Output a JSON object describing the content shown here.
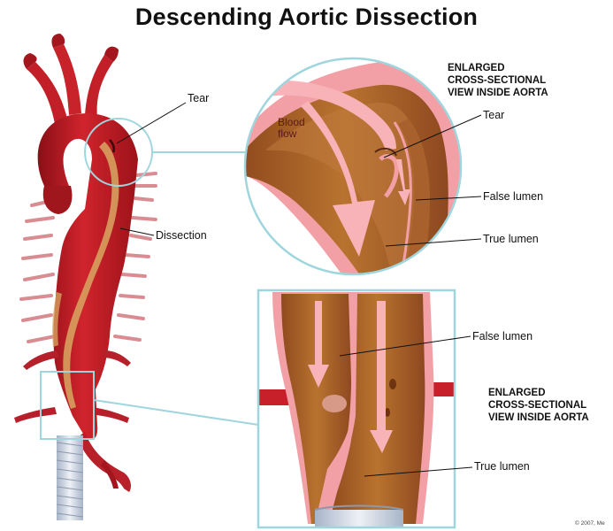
{
  "title": "Descending Aortic Dissection",
  "labels": {
    "tear_main": "Tear",
    "dissection": "Dissection",
    "tear_zoom": "Tear",
    "false_lumen_top": "False lumen",
    "true_lumen_top": "True lumen",
    "false_lumen_bottom": "False lumen",
    "true_lumen_bottom": "True lumen",
    "blood_flow_line1": "Blood",
    "blood_flow_line2": "flow"
  },
  "header_top": {
    "line1": "ENLARGED",
    "line2": "CROSS-SECTIONAL",
    "line3": "VIEW INSIDE AORTA"
  },
  "header_bottom": {
    "line1": "ENLARGED",
    "line2": "CROSS-SECTIONAL",
    "line3": "VIEW INSIDE AORTA"
  },
  "copyright": "© 2007, Me",
  "colors": {
    "aorta_red": "#c8202a",
    "aorta_dark": "#8a0f16",
    "lumen_brown": "#a8612d",
    "lumen_light": "#c07a3e",
    "wall_pink": "#f2a0a6",
    "frame_teal": "#9fd6dd",
    "flow_arrow": "#f7b3b8"
  }
}
